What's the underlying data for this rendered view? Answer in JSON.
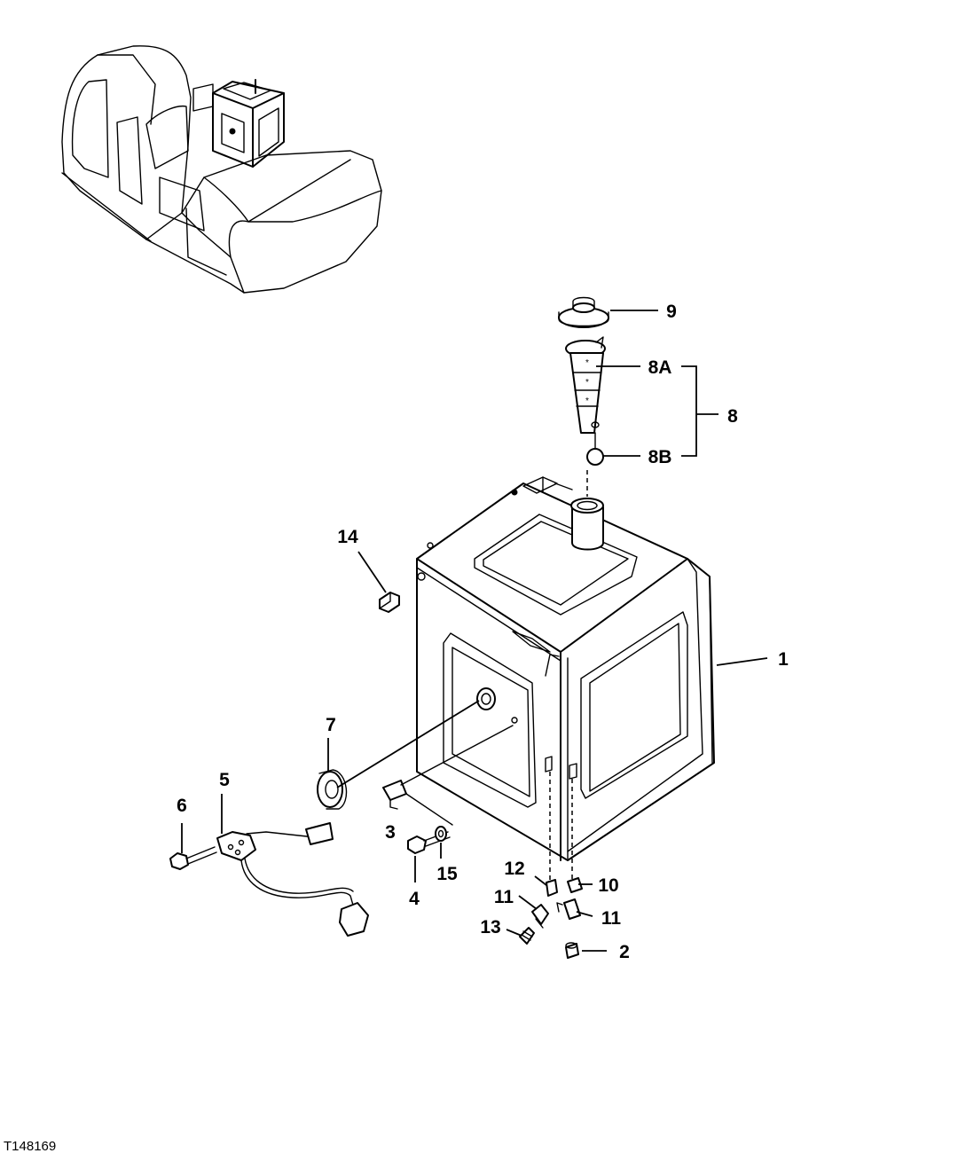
{
  "figure_id": "T148169",
  "callouts": {
    "c1": "1",
    "c2": "2",
    "c3": "3",
    "c4": "4",
    "c5": "5",
    "c6": "6",
    "c7": "7",
    "c8": "8",
    "c8a": "8A",
    "c8b": "8B",
    "c9": "9",
    "c10": "10",
    "c11a": "11",
    "c11b": "11",
    "c12": "12",
    "c13": "13",
    "c14": "14",
    "c15": "15"
  }
}
